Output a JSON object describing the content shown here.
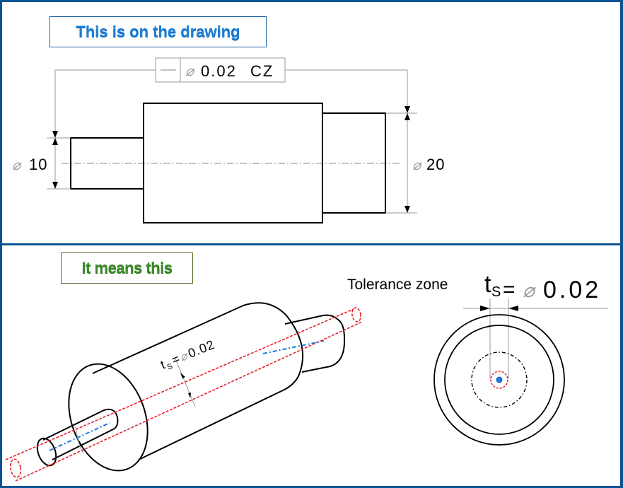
{
  "top_section": {
    "title": "This is on the drawing",
    "feature_control_frame": {
      "symbol": "—",
      "diameter_symbol": "⌀",
      "tolerance": "0.02",
      "modifier": "CZ"
    },
    "dim_small": {
      "diameter_symbol": "⌀",
      "value": "10"
    },
    "dim_large": {
      "diameter_symbol": "⌀",
      "value": "20"
    }
  },
  "bottom_section": {
    "title": "It means this",
    "tolerance_label": "Tolerance zone",
    "ts_symbol": "t",
    "ts_sub": "S",
    "equals": "=",
    "diameter_symbol": "⌀",
    "ts_value": "0.02",
    "iso_label": {
      "t": "t",
      "sub": "S",
      "equals": "=",
      "diameter_symbol": "⌀",
      "value": "0.02"
    }
  },
  "colors": {
    "frame": "#0b5394",
    "title_top": "#1c7fd8",
    "title_bottom": "#3d8a2a",
    "tolerance_zone": "#e8222a",
    "axis": "#1a7ae0",
    "dim_line": "#9a9a9a"
  }
}
